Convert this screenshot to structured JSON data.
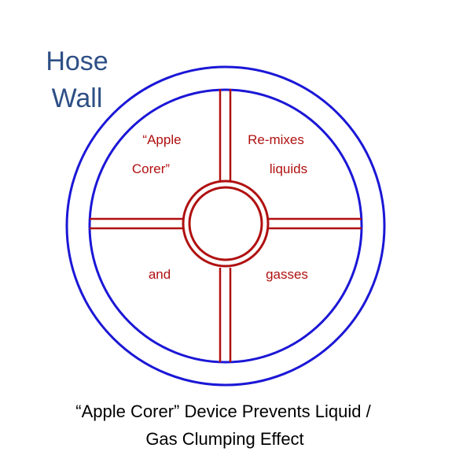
{
  "hose_label": {
    "line1": "Hose",
    "line2": "Wall"
  },
  "segment_labels": {
    "top_left_line1": "“Apple",
    "top_left_line2": "Corer”",
    "top_right_line1": "Re-mixes",
    "top_right_line2": "liquids",
    "bottom_left": "and",
    "bottom_right": "gasses"
  },
  "caption": {
    "line1": "“Apple Corer” Device Prevents Liquid /",
    "line2": "Gas Clumping Effect"
  },
  "colors": {
    "hose_wall": "#1b17d6",
    "device": "#b01010",
    "hose_label": "#2e4f86",
    "caption": "#000000"
  }
}
